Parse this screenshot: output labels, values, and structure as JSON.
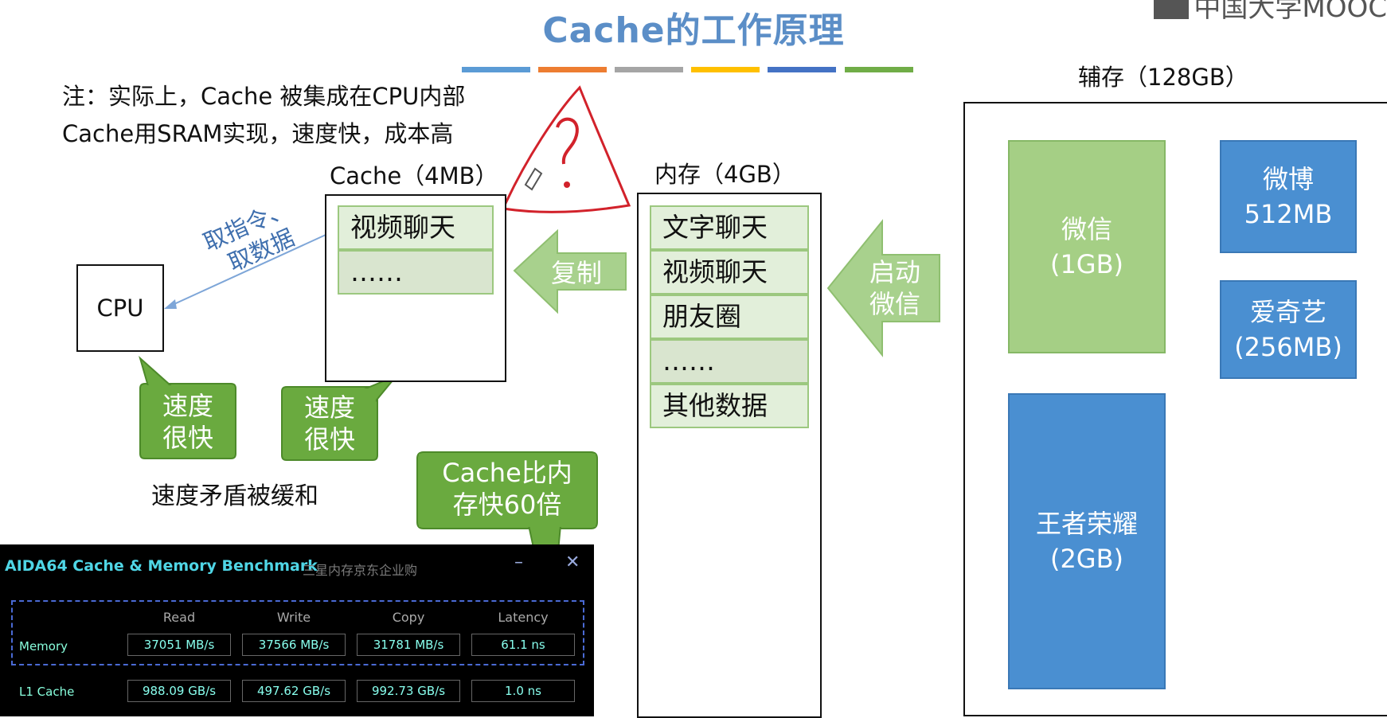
{
  "title": "Cache的工作原理",
  "watermark": "中国大学MOOC",
  "colors": {
    "title": "#5b8ec7",
    "stripes": [
      "#5b9bd5",
      "#ed7d31",
      "#a5a5a5",
      "#ffc000",
      "#4472c4",
      "#70ad47"
    ],
    "green_tile": "#a5cf85",
    "blue_tile": "#4a8fd1",
    "arrow_green": "#a8d18d",
    "callout_green": "#6aaa3f",
    "annotation_red": "#d2222b"
  },
  "notes": {
    "line1": "注：实际上，Cache 被集成在CPU内部",
    "line2": "Cache用SRAM实现，速度快，成本高"
  },
  "cpu": {
    "label": "CPU"
  },
  "cpu_cache_link": {
    "line1": "取指令、",
    "line2": "取数据"
  },
  "cache": {
    "label": "Cache（4MB）",
    "cells": [
      "视频聊天",
      "……"
    ]
  },
  "copy_arrow": {
    "label": "复制"
  },
  "memory": {
    "label": "内存（4GB）",
    "cells": [
      "文字聊天",
      "视频聊天",
      "朋友圈",
      "……",
      "其他数据"
    ]
  },
  "launch_arrow": {
    "line1": "启动",
    "line2": "微信"
  },
  "storage": {
    "label": "辅存（128GB）",
    "tiles": [
      {
        "line1": "微信",
        "line2": "(1GB)"
      },
      {
        "line1": "微博",
        "line2": "512MB"
      },
      {
        "line1": "爱奇艺",
        "line2": "(256MB)"
      },
      {
        "line1": "王者荣耀",
        "line2": "(2GB)"
      }
    ]
  },
  "callouts": {
    "cpu_speed": {
      "line1": "速度",
      "line2": "很快"
    },
    "cache_speed": {
      "line1": "速度",
      "line2": "很快"
    },
    "ratio": {
      "line1": "Cache比内",
      "line2": "存快60倍"
    }
  },
  "caption": "速度矛盾被缓和",
  "benchmark": {
    "title": "AIDA64 Cache & Memory Benchmark",
    "subtitle": "三星内存京东企业购",
    "columns": [
      "Read",
      "Write",
      "Copy",
      "Latency"
    ],
    "rows": [
      {
        "name": "Memory",
        "values": [
          "37051 MB/s",
          "37566 MB/s",
          "31781 MB/s",
          "61.1 ns"
        ]
      },
      {
        "name": "L1 Cache",
        "values": [
          "988.09 GB/s",
          "497.62 GB/s",
          "992.73 GB/s",
          "1.0 ns"
        ]
      }
    ]
  }
}
